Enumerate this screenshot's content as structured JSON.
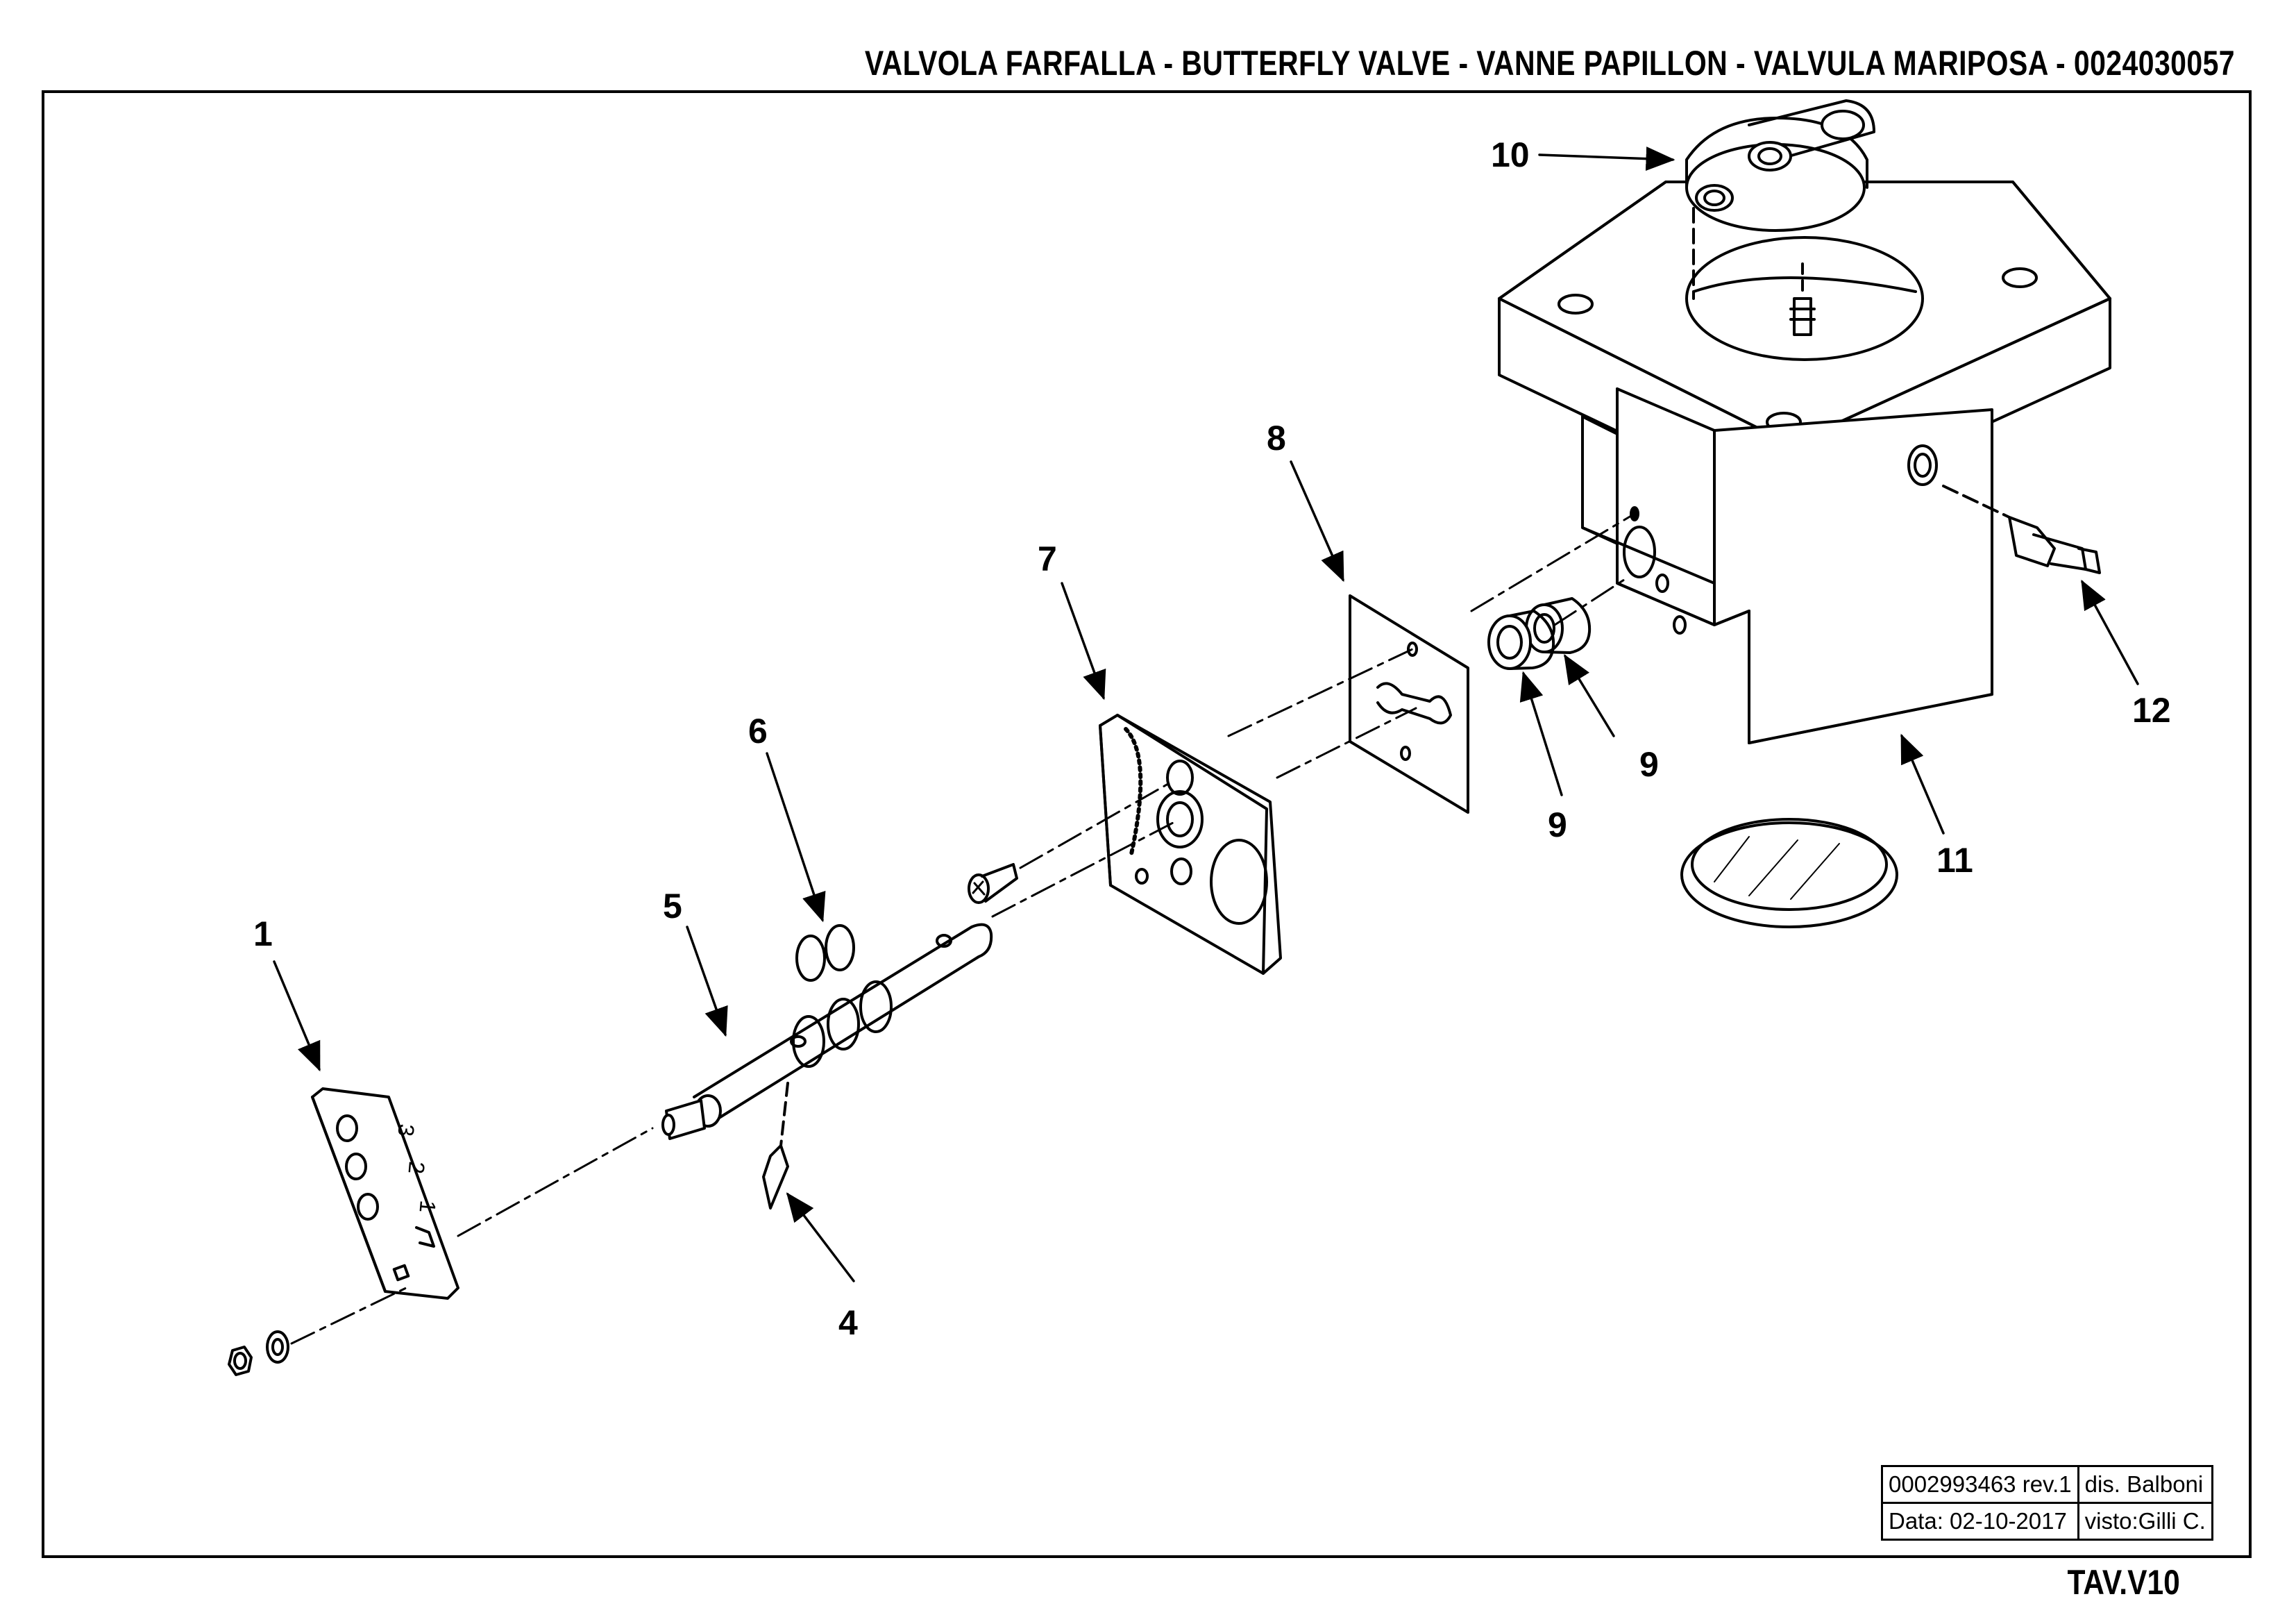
{
  "header": {
    "title": "VALVOLA FARFALLA - BUTTERFLY VALVE - VANNE PAPILLON - VALVULA MARIPOSA - 0024030057"
  },
  "callouts": {
    "c1": "1",
    "c4": "4",
    "c5": "5",
    "c6": "6",
    "c7": "7",
    "c8": "8",
    "c9a": "9",
    "c9b": "9",
    "c10": "10",
    "c11": "11",
    "c12": "12"
  },
  "index_plate_marks": [
    "1",
    "2",
    "3"
  ],
  "title_block": {
    "doc_rev": "0002993463 rev.1",
    "drawn_by": "dis. Balboni",
    "date": "Data: 02-10-2017",
    "checked_by": "visto:Gilli C."
  },
  "sheet_id": "TAV.V10"
}
